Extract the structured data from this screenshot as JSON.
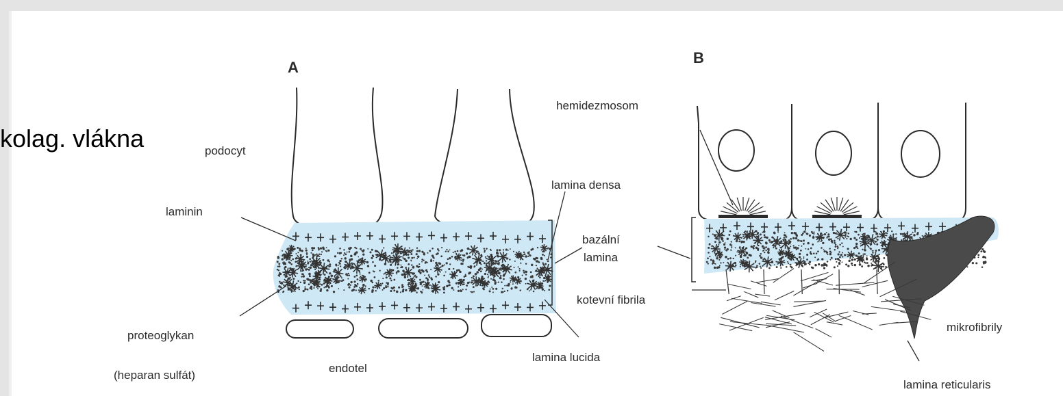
{
  "side_caption": "kolag. vlákna",
  "panels": {
    "a": "A",
    "b": "B"
  },
  "labels_a": {
    "podocyt": "podocyt",
    "laminin": "laminin",
    "lamina_densa": "lamina densa",
    "bazalni": "bazální",
    "lamina": "lamina",
    "kotevni_fibrila": "kotevní fibrila",
    "proteoglykan": "proteoglykan",
    "heparan_sulfat": "(heparan sulfát)",
    "endotel": "endotel",
    "lamina_lucida": "lamina lucida"
  },
  "labels_b": {
    "hemidezmosom": "hemidezmosom",
    "mikrofibrily": "mikrofibrily",
    "lamina_reticularis": "lamina reticularis"
  },
  "colors": {
    "lamina_fill": "#cfe8f6",
    "ink": "#2a2a2a",
    "dense_ink": "#3a3a3a"
  }
}
